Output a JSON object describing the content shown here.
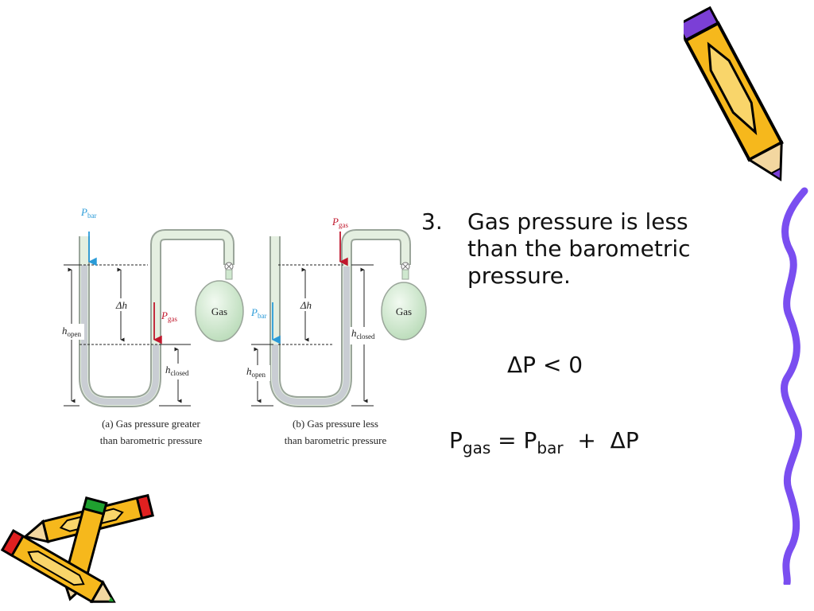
{
  "slide": {
    "point_number": "3.",
    "point_text": "Gas pressure is less than the barometric pressure.",
    "delta_statement": "ΔP < 0",
    "formula": {
      "p": "P",
      "gas_sub": "gas",
      "equals": " = ",
      "p2": "P",
      "bar_sub": "bar",
      "plus": "  +  ",
      "delta_p": "ΔP"
    }
  },
  "figure": {
    "a": {
      "p_bar_main": "P",
      "p_bar_sub": "bar",
      "delta_h": "Δh",
      "p_gas_main": "P",
      "p_gas_sub": "gas",
      "h_open_main": "h",
      "h_open_sub": "open",
      "h_closed_main": "h",
      "h_closed_sub": "closed",
      "gas_label": "Gas",
      "caption_line1": "(a) Gas pressure greater",
      "caption_line2": "than barometric pressure"
    },
    "b": {
      "p_gas_main": "P",
      "p_gas_sub": "gas",
      "p_bar_main": "P",
      "p_bar_sub": "bar",
      "delta_h": "Δh",
      "h_closed_main": "h",
      "h_closed_sub": "closed",
      "h_open_main": "h",
      "h_open_sub": "open",
      "gas_label": "Gas",
      "caption_line1": "(b) Gas pressure less",
      "caption_line2": "than barometric pressure"
    }
  },
  "colors": {
    "tube_fill": "#e4efe0",
    "tube_stroke": "#9aa59a",
    "mercury": "#c9cdd3",
    "gas_bulb": "#cfe8cf",
    "arrow_bar": "#2a9bd8",
    "arrow_gas": "#c0172c",
    "pencil_yellow": "#f6b81c",
    "pencil_purple": "#7b3fd6",
    "pencil_red": "#e02020",
    "pencil_green": "#1fa02f",
    "squiggle": "#7a4ef0"
  }
}
